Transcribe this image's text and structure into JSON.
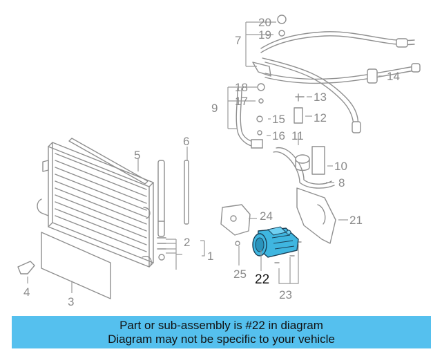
{
  "callouts": {
    "c1": "1",
    "c2": "2",
    "c3": "3",
    "c4": "4",
    "c5": "5",
    "c6": "6",
    "c7": "7",
    "c8": "8",
    "c9": "9",
    "c10": "10",
    "c11": "11",
    "c12": "12",
    "c13": "13",
    "c14": "14",
    "c15": "15",
    "c16": "16",
    "c17": "17",
    "c18": "18",
    "c19": "19",
    "c20": "20",
    "c21": "21",
    "c22": "22",
    "c23": "23",
    "c24": "24",
    "c25": "25"
  },
  "highlight": {
    "part_number": "22",
    "color": "#3fb6e0"
  },
  "banner": {
    "line1": "Part or sub-assembly is #22 in diagram",
    "line2": "Diagram may not be specific to your vehicle",
    "color": "#55c0ee"
  }
}
